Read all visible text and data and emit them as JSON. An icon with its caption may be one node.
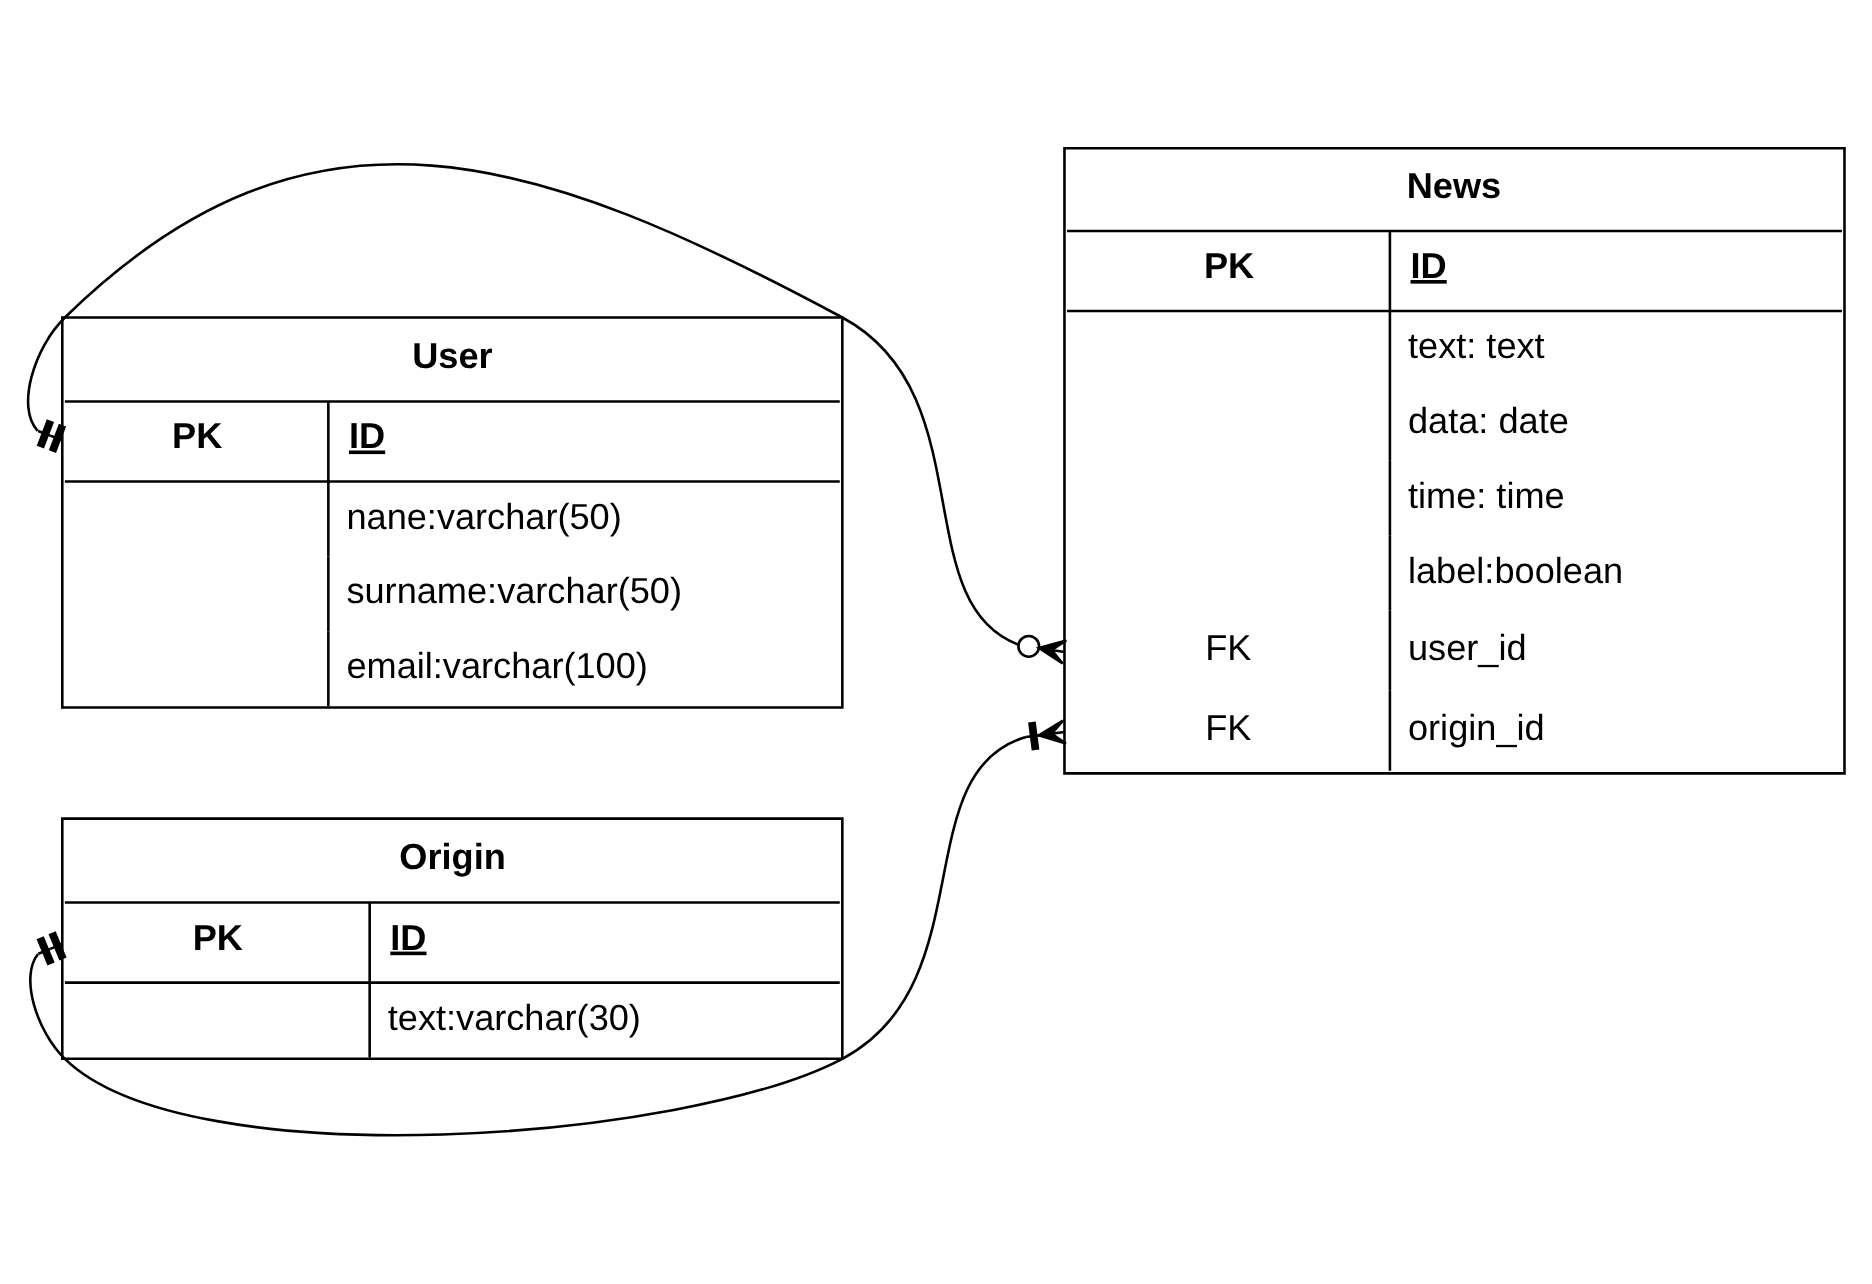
{
  "diagram": {
    "nodes": [
      {
        "text": [
          "User",
          "PK",
          "ID",
          "nane:varchar(50)",
          "surname:varchar(50)",
          "email:varchar(100)"
        ]
      },
      {
        "text": [
          "News",
          "PK",
          "ID",
          "text: text",
          "data: date",
          "time: time",
          "label:boolean",
          "FK",
          "user_id",
          "FK",
          "origin_id"
        ]
      },
      {
        "text": [
          "Origin",
          "PK",
          "ID",
          "text:varchar(30)"
        ]
      }
    ],
    "edges": [
      {
        "from": 0,
        "to": 1,
        "arrow": "other"
      },
      {
        "from": 2,
        "to": 1,
        "arrow": "other"
      }
    ]
  }
}
